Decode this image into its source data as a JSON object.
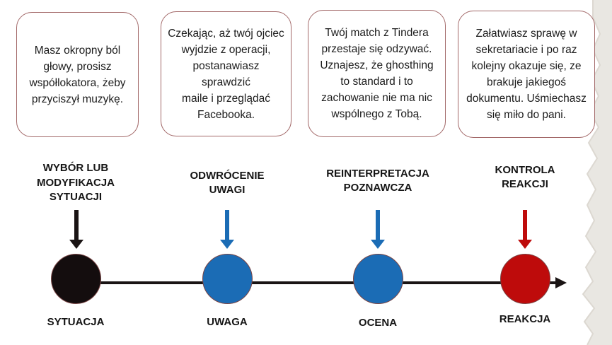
{
  "colors": {
    "accent_blue": "#1B6CB5",
    "accent_red": "#BE0B0B",
    "node_black": "#140D0E",
    "arrow_black": "#1A1414",
    "timeline_black": "#1A1414",
    "box_border": "#A26868",
    "torn_paper": "#E9E7E2"
  },
  "stages": [
    {
      "scenario": "Masz okropny ból\ngłowy, prosisz\nwspółlokatora, żeby\nprzyciszył muzykę.",
      "process_label": "WYBÓR LUB\nMODYFIKACJA\nSYTUACJI",
      "node_label": "SYTUACJA",
      "node_color": "#140D0E",
      "arrow_color": "#1A1414"
    },
    {
      "scenario": "Czekając, aż twój ojciec\nwyjdzie z operacji,\npostanawiasz sprawdzić\nmaile i przeglądać\nFacebooka.",
      "process_label": "ODWRÓCENIE\nUWAGI",
      "node_label": "UWAGA",
      "node_color": "#1B6CB5",
      "arrow_color": "#1B6CB5"
    },
    {
      "scenario": "Twój match z Tindera\nprzestaje się odzywać.\nUznajesz, że ghosthing\nto standard i to\nzachowanie nie ma nic\nwspólnego z Tobą.",
      "process_label": "REINTERPRETACJA\nPOZNAWCZA",
      "node_label": "OCENA",
      "node_color": "#1B6CB5",
      "arrow_color": "#1B6CB5"
    },
    {
      "scenario": "Załatwiasz sprawę w\nsekretariacie i po raz\nkolejny okazuje się, ze\nbrakuje jakiegoś\ndokumentu. Uśmiechasz\nsię miło do pani.",
      "process_label": "KONTROLA\nREAKCJI",
      "node_label": "REAKCJA",
      "node_color": "#BE0B0B",
      "arrow_color": "#BE0B0B"
    }
  ]
}
